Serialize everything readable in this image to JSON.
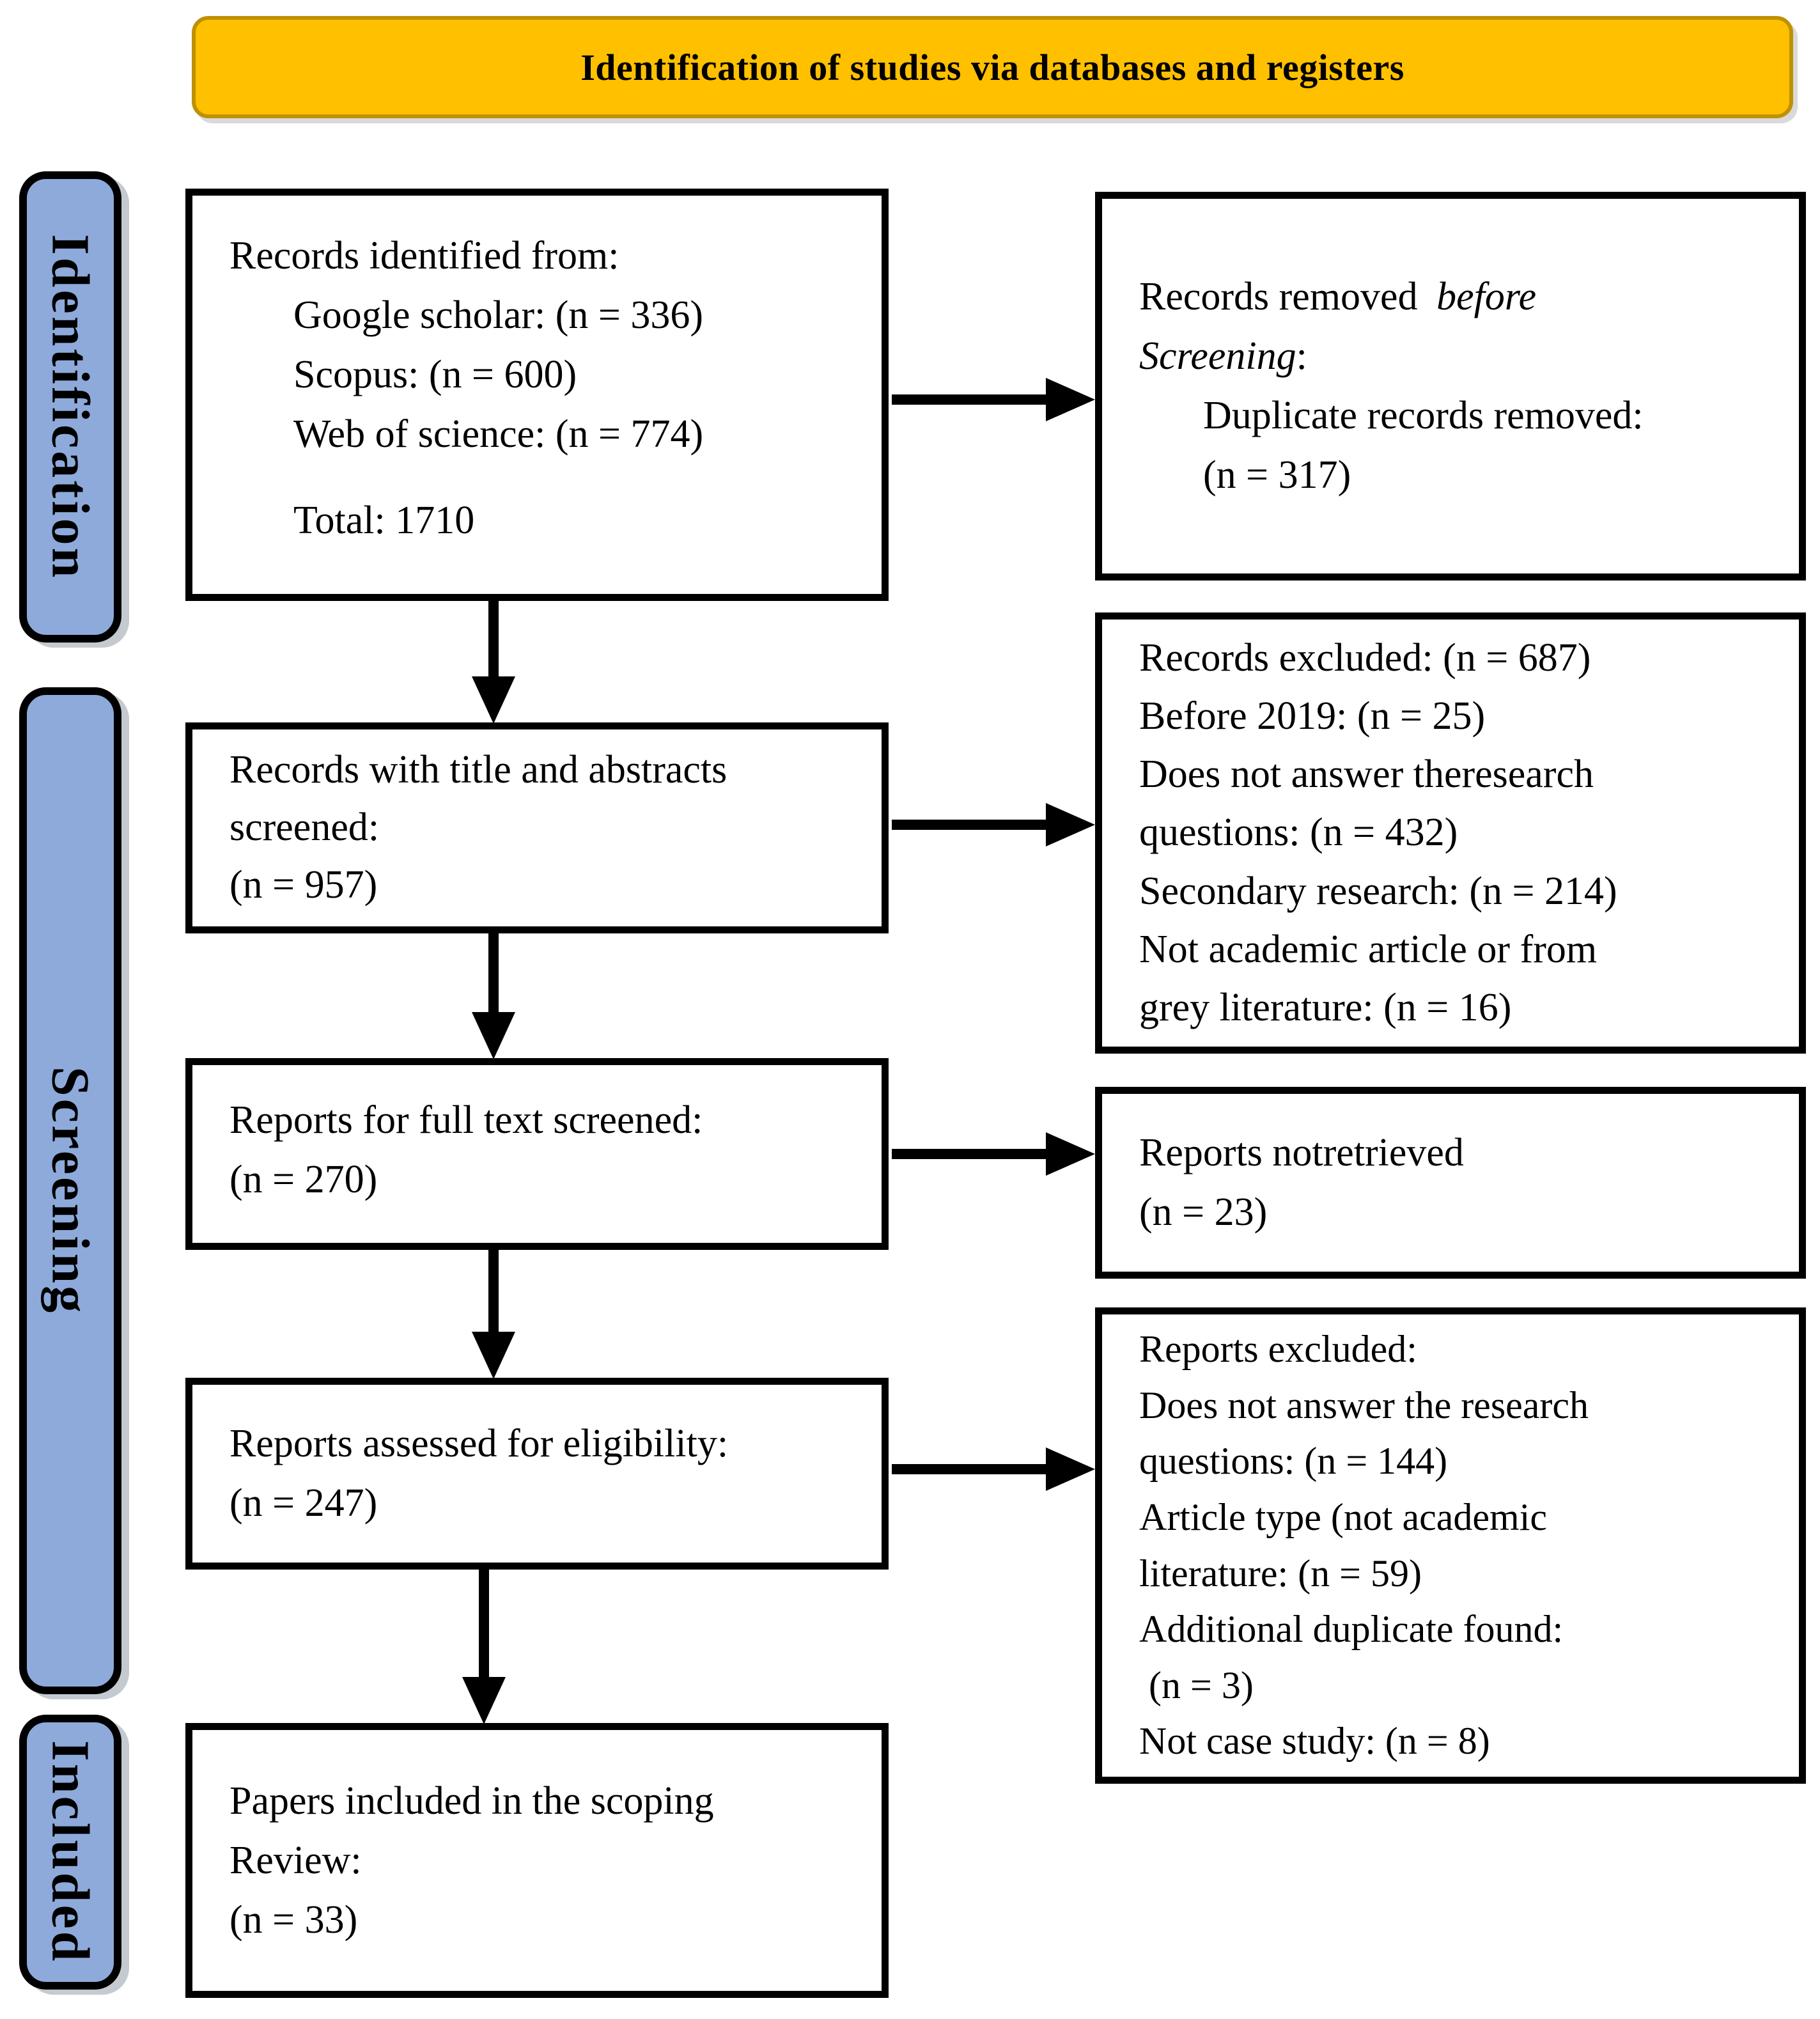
{
  "banner": {
    "title": "Identification of studies via databases and registers"
  },
  "colors": {
    "banner_fill": "#FFC000",
    "banner_border": "#BF9000",
    "stage_fill": "#8EAADB",
    "line_color": "#000000"
  },
  "stages": {
    "identification": "Identification",
    "screening": "Screening",
    "included": "Included"
  },
  "flow": {
    "records_identified": {
      "title": "Records identified from:",
      "items": [
        "Google scholar: (n = 336)",
        "Scopus: (n = 600)",
        "Web of science: (n = 774)"
      ],
      "total": "Total: 1710"
    },
    "title_abstract_screened": {
      "lines": [
        "Records with title and abstracts",
        "screened:",
        "(n = 957)"
      ]
    },
    "full_text_screened": {
      "lines": [
        "Reports for full text screened:",
        "(n = 270)"
      ]
    },
    "assessed_eligibility": {
      "lines": [
        "Reports assessed for eligibility:",
        "(n = 247)"
      ]
    },
    "papers_included": {
      "lines": [
        "Papers included in the scoping",
        "Review:",
        "(n = 33)"
      ]
    }
  },
  "exclusions": {
    "removed_before_screening": {
      "pre": "Records removed ",
      "italic_before": "before",
      "italic_screening": "Screening",
      "colon": ":",
      "items": [
        "Duplicate records removed:",
        "(n = 317)"
      ]
    },
    "records_excluded": {
      "lines": [
        "Records excluded: (n = 687)",
        "Before 2019: (n = 25)",
        "Does not answer theresearch",
        "questions: (n = 432)",
        "Secondary research: (n = 214)",
        "Not academic article or from",
        "grey literature: (n = 16)"
      ]
    },
    "reports_not_retrieved": {
      "lines": [
        "Reports notretrieved",
        "(n = 23)"
      ]
    },
    "reports_excluded": {
      "lines": [
        "Reports excluded:",
        "Does not answer the research",
        "questions: (n = 144)",
        "Article type (not academic",
        "literature: (n = 59)",
        "Additional duplicate found:",
        " (n = 3)",
        "Not case study: (n = 8)"
      ]
    }
  }
}
